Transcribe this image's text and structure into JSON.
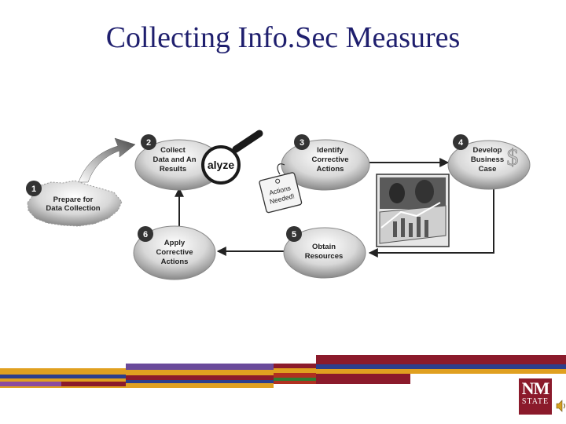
{
  "slide": {
    "title": "Collecting Info.Sec Measures"
  },
  "steps": [
    {
      "num": "1",
      "lines": [
        "Prepare for",
        "Data Collection"
      ]
    },
    {
      "num": "2",
      "lines": [
        "Collect",
        "Data and An",
        "Results"
      ]
    },
    {
      "num": "3",
      "lines": [
        "Identify",
        "Corrective",
        "Actions"
      ]
    },
    {
      "num": "4",
      "lines": [
        "Develop",
        "Business",
        "Case"
      ]
    },
    {
      "num": "5",
      "lines": [
        "Obtain",
        "Resources"
      ]
    },
    {
      "num": "6",
      "lines": [
        "Apply",
        "Corrective",
        "Actions"
      ]
    }
  ],
  "magnifier": {
    "text": "alyze"
  },
  "tag": {
    "lines": [
      "Actions",
      "Needed!"
    ]
  },
  "business_symbol": "$",
  "logo": {
    "top": "NM",
    "bottom": "STATE"
  },
  "colors": {
    "title": "#1f1f6e",
    "maroon": "#8b1a2b",
    "gold": "#e0a020",
    "purple": "#6a4a9a",
    "navy": "#2c3e8c",
    "green": "#2e7d32",
    "red": "#b03020"
  }
}
